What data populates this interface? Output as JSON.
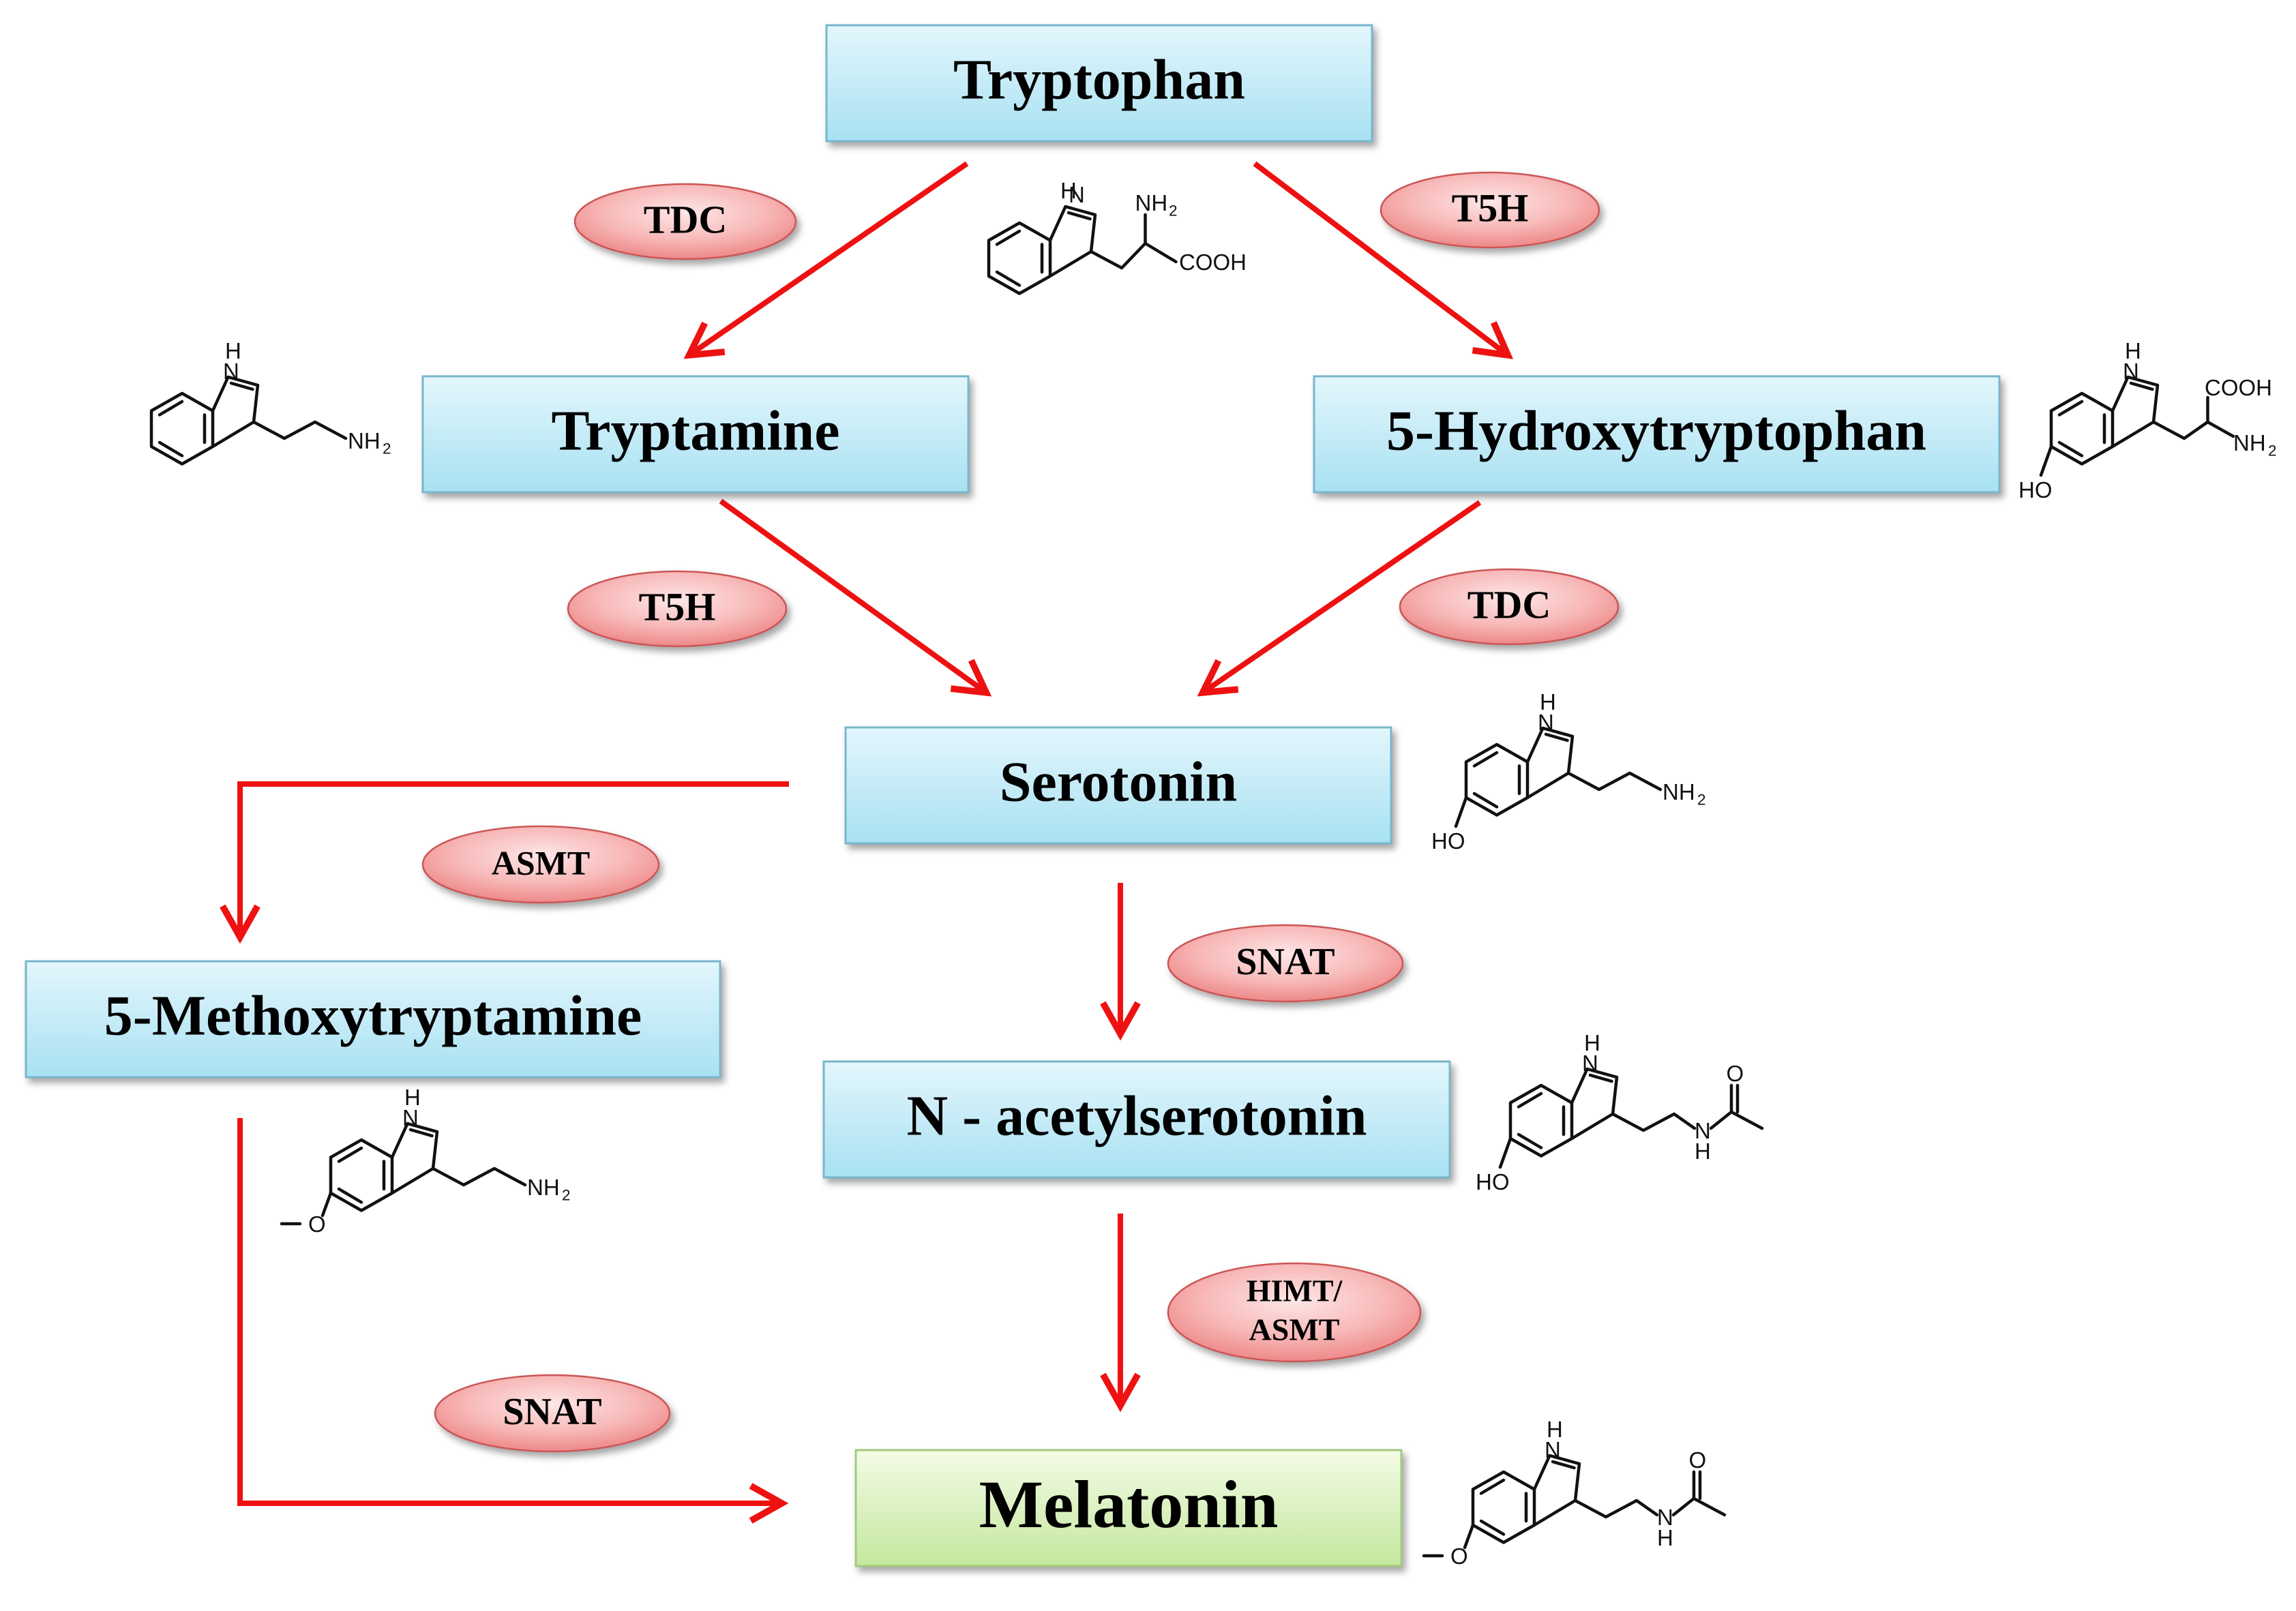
{
  "nodes": {
    "tryptophan": "Tryptophan",
    "tryptamine": "Tryptamine",
    "hydroxytryptophan": "5-Hydroxytryptophan",
    "serotonin": "Serotonin",
    "methoxytryptamine": "5-Methoxytryptamine",
    "acetylserotonin": "N - acetylserotonin",
    "melatonin": "Melatonin"
  },
  "enzymes": {
    "tdc_1": "TDC",
    "t5h_1": "T5H",
    "t5h_2": "T5H",
    "tdc_2": "TDC",
    "asmt": "ASMT",
    "snat_1": "SNAT",
    "himt_line1": "HIMT/",
    "himt_line2": "ASMT",
    "snat_2": "SNAT"
  },
  "molecule_labels": {
    "h": "H",
    "n": "N",
    "nh2": "NH",
    "sub2": "2",
    "cooh": "COOH",
    "ho": "HO",
    "o": "O"
  },
  "colors": {
    "arrow": "#ee1111",
    "node_fill_top": "#e3f6fc",
    "node_fill_bottom": "#a8e1f2",
    "node_border": "#79b6cc",
    "final_fill_top": "#f3fbe6",
    "final_fill_bottom": "#c4e89e",
    "final_border": "#a3c97f",
    "enzyme_fill_center": "#fde3e3",
    "enzyme_fill_edge": "#f08b8b",
    "enzyme_border": "#cc5555"
  }
}
